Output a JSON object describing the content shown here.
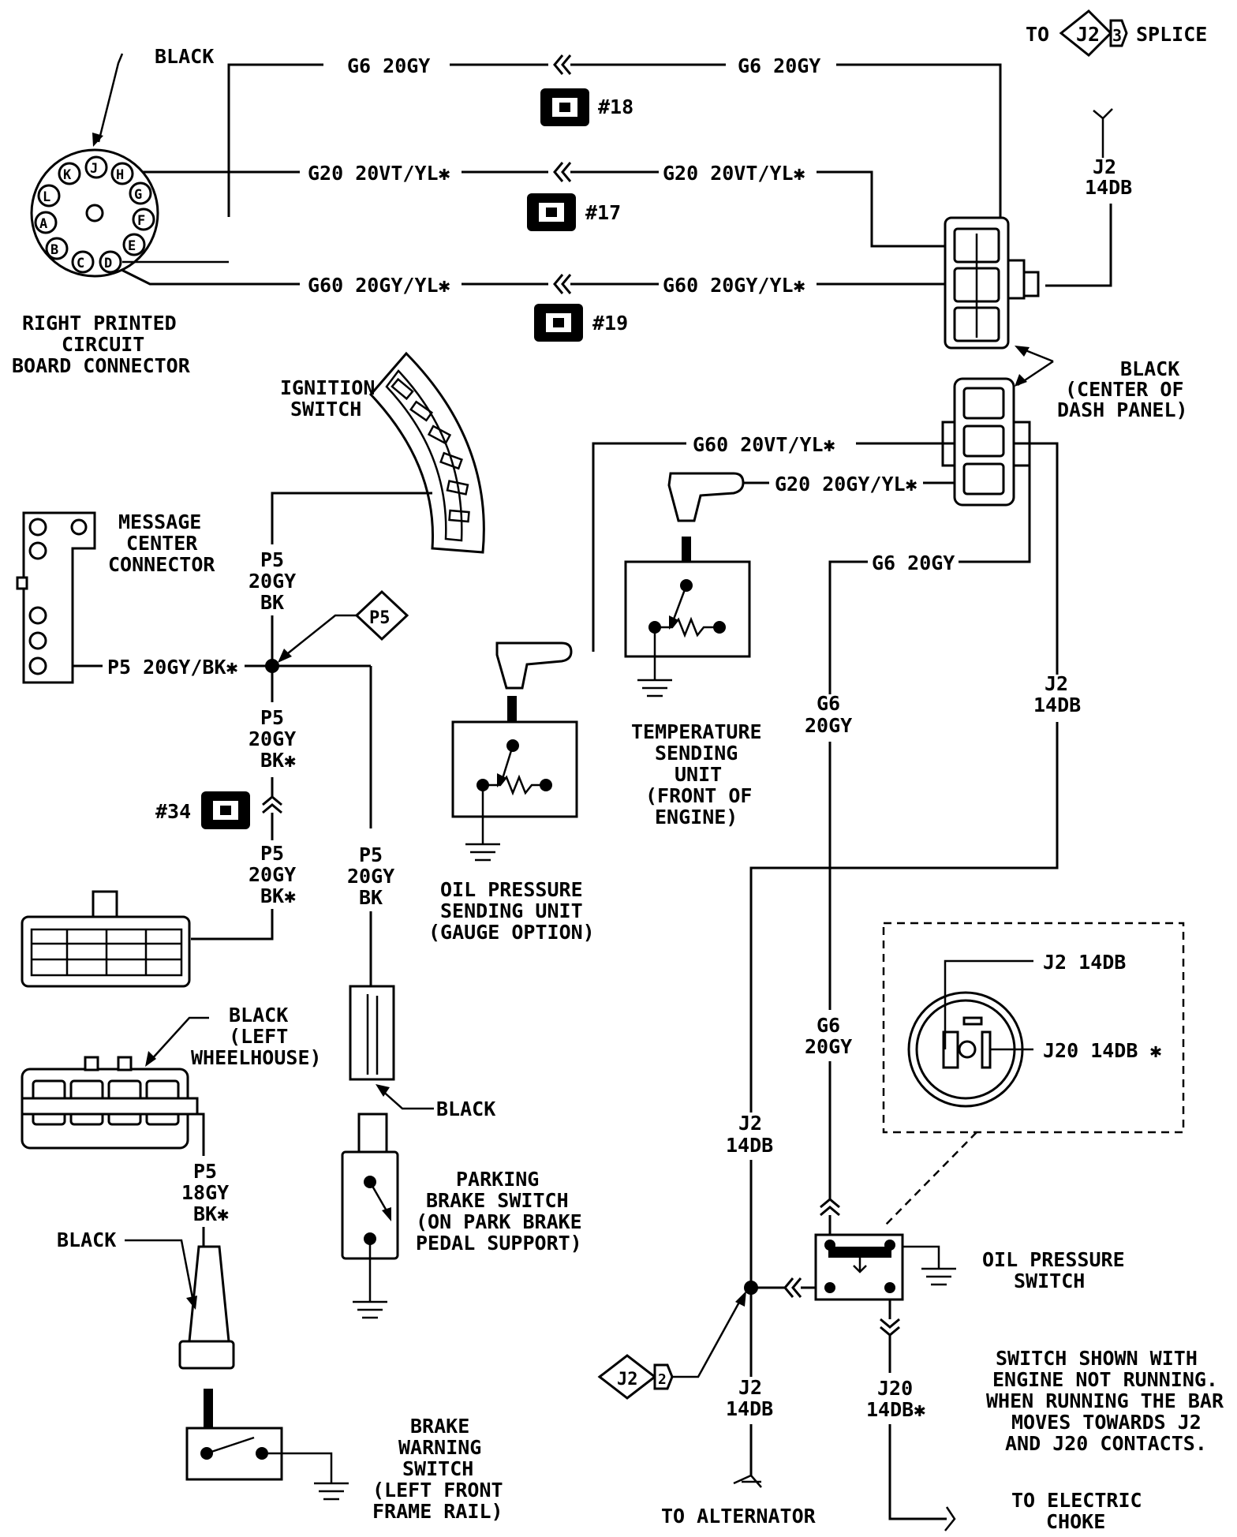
{
  "wires": {
    "g6_left": "G6 20GY",
    "g6_right": "G6 20GY",
    "g20_left": "G20 20VT/YL✱",
    "g20_right": "G20 20VT/YL✱",
    "g60_left": "G60 20GY/YL✱",
    "g60_right": "G60 20GY/YL✱",
    "g60_center": "G60 20VT/YL✱",
    "g20_center": "G20 20GY/YL✱",
    "g6_mid": "G6 20GY",
    "g6_vert1": [
      "G6",
      "20GY"
    ],
    "g6_vert2": [
      "G6",
      "20GY"
    ],
    "j2_top": [
      "J2",
      "14DB"
    ],
    "j2_right": [
      "J2",
      "14DB"
    ],
    "j2_left": [
      "J2",
      "14DB"
    ],
    "j2_bottom": [
      "J2",
      "14DB"
    ],
    "j20_bottom": [
      "J20",
      "14DB✱"
    ],
    "p5_top": [
      "P5",
      "20GY",
      "BK"
    ],
    "p5_mc": "P5 20GY/BK✱",
    "p5_mid": [
      "P5",
      "20GY",
      "BK✱"
    ],
    "p5_low": [
      "P5",
      "20GY",
      "BK✱"
    ],
    "p5_right": [
      "P5",
      "20GY",
      "BK"
    ],
    "p5_18": [
      "P5",
      "18GY",
      "BK✱"
    ]
  },
  "connectors": {
    "c18": "#18",
    "c17": "#17",
    "c19": "#19",
    "c34": "#34"
  },
  "splice_top": {
    "to": "TO",
    "ref": "J2",
    "num": "3",
    "splice": "SPLICE"
  },
  "splice_p5": "P5",
  "splice_j2": {
    "ref": "J2",
    "num": "2"
  },
  "labels": {
    "black_top": "BLACK",
    "rpcb": [
      "RIGHT PRINTED",
      "CIRCUIT",
      "BOARD CONNECTOR"
    ],
    "ignition": [
      "IGNITION",
      "SWITCH"
    ],
    "message_center": [
      "MESSAGE",
      "CENTER",
      "CONNECTOR"
    ],
    "black_center": [
      "BLACK",
      "(CENTER OF",
      "DASH PANEL)"
    ],
    "temp_unit": [
      "TEMPERATURE",
      "SENDING",
      "UNIT",
      "(FRONT OF",
      "ENGINE)"
    ],
    "oil_unit": [
      "OIL PRESSURE",
      "SENDING UNIT",
      "(GAUGE OPTION)"
    ],
    "black_wheelhouse": [
      "BLACK",
      "(LEFT",
      "WHEELHOUSE)"
    ],
    "black_park": "BLACK",
    "parking_brake": [
      "PARKING",
      "BRAKE SWITCH",
      "(ON PARK BRAKE",
      "PEDAL SUPPORT)"
    ],
    "black_left": "BLACK",
    "brake_warning": [
      "BRAKE",
      "WARNING",
      "SWITCH",
      "(LEFT FRONT",
      "FRAME RAIL)"
    ],
    "inset_j2": "J2 14DB",
    "inset_j20": "J20 14DB ✱",
    "oil_switch": [
      "OIL PRESSURE",
      "SWITCH"
    ],
    "note": [
      "SWITCH SHOWN WITH",
      "ENGINE NOT RUNNING.",
      "WHEN RUNNING THE BAR",
      "MOVES TOWARDS J2",
      "AND J20 CONTACTS."
    ],
    "to_alternator": "TO ALTERNATOR",
    "to_choke": [
      "TO ELECTRIC",
      "CHOKE"
    ]
  },
  "pin_letters": [
    "J",
    "H",
    "G",
    "F",
    "E",
    "D",
    "C",
    "B",
    "A",
    "L",
    "K"
  ]
}
